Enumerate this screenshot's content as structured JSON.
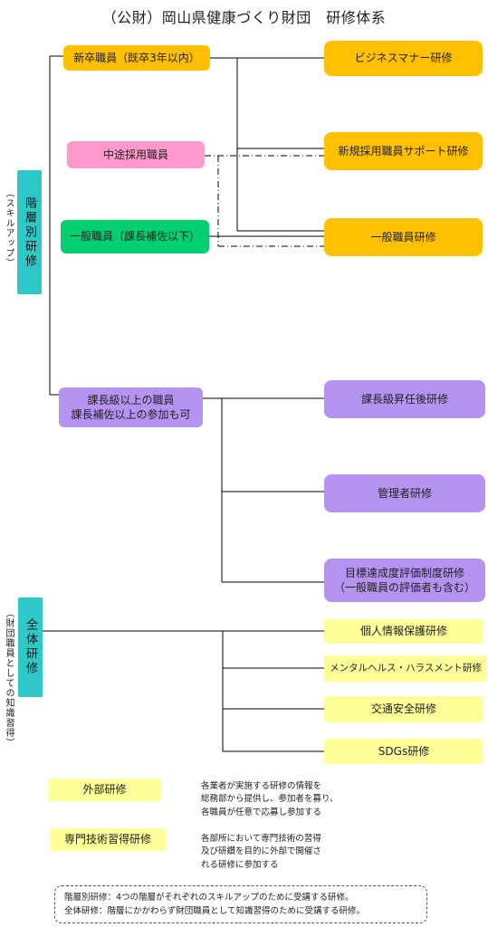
{
  "title": "（公財）岡山県健康づくり財団　研修体系",
  "categories": {
    "hierarchical": "階層別研修",
    "hierarchical_note": "（スキルアップ）",
    "all_staff": "全体研修",
    "all_staff_note": "（財団職員としての知識習得）"
  },
  "staff_groups": {
    "new_grad": "新卒職員（既卒3年以内）",
    "mid_career": "中途採用職員",
    "general": "一般職員（課長補佐以下）",
    "manager": "課長級以上の職員\n課長補佐以上の参加も可"
  },
  "trainings": {
    "business_manners": "ビジネスマナー研修",
    "new_hire_support": "新規採用職員サポート研修",
    "general_staff": "一般職員研修",
    "post_promotion": "課長級昇任後研修",
    "manager_training": "管理者研修",
    "objectives_eval": "目標達成度評価制度研修\n（一般職員の評価者も含む）",
    "privacy": "個人情報保護研修",
    "mental_health": "メンタルヘルス・ハラスメント研修",
    "traffic_safety": "交通安全研修",
    "sdgs": "SDGs研修"
  },
  "legend": {
    "external_label": "外部研修",
    "external_desc": "各業者が実施する研修の情報を\n総務部から提供し、参加者を募り、\n各職員が任意で応募し参加する",
    "specialized_label": "専門技術習得研修",
    "specialized_desc": "各部所において専門技術の習得\n及び研鑽を目的に外部で開催さ\nれる研修に参加する"
  },
  "footer": "階層別研修：4つの階層がそれぞれのスキルアップのために受講する研修。\n全体研修：階層にかかわらず財団職員として知識習得のために受講する研修。",
  "colors": {
    "category": "#2ec8c8",
    "core_training": "#ffc000",
    "mid_career": "#ff99cc",
    "general": "#00d070",
    "manager": "#b593f0",
    "all_staff": "#ffff99"
  }
}
